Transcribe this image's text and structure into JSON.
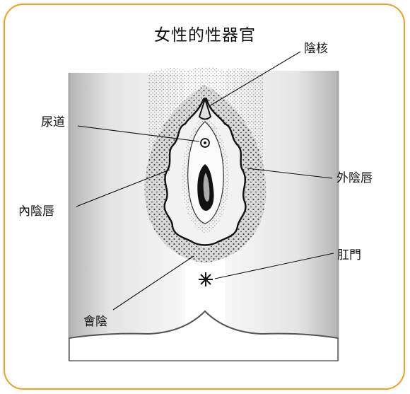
{
  "title": "女性的性器官",
  "labels": {
    "clitoris": "陰核",
    "urethra": "尿道",
    "labia_majora": "外陰唇",
    "labia_minora": "內陰唇",
    "anus": "肛門",
    "perineum": "會陰"
  },
  "colors": {
    "frame": "#f0a020",
    "skin_shade": "#9a9a9a",
    "stipple": "#2a2a2a"
  }
}
